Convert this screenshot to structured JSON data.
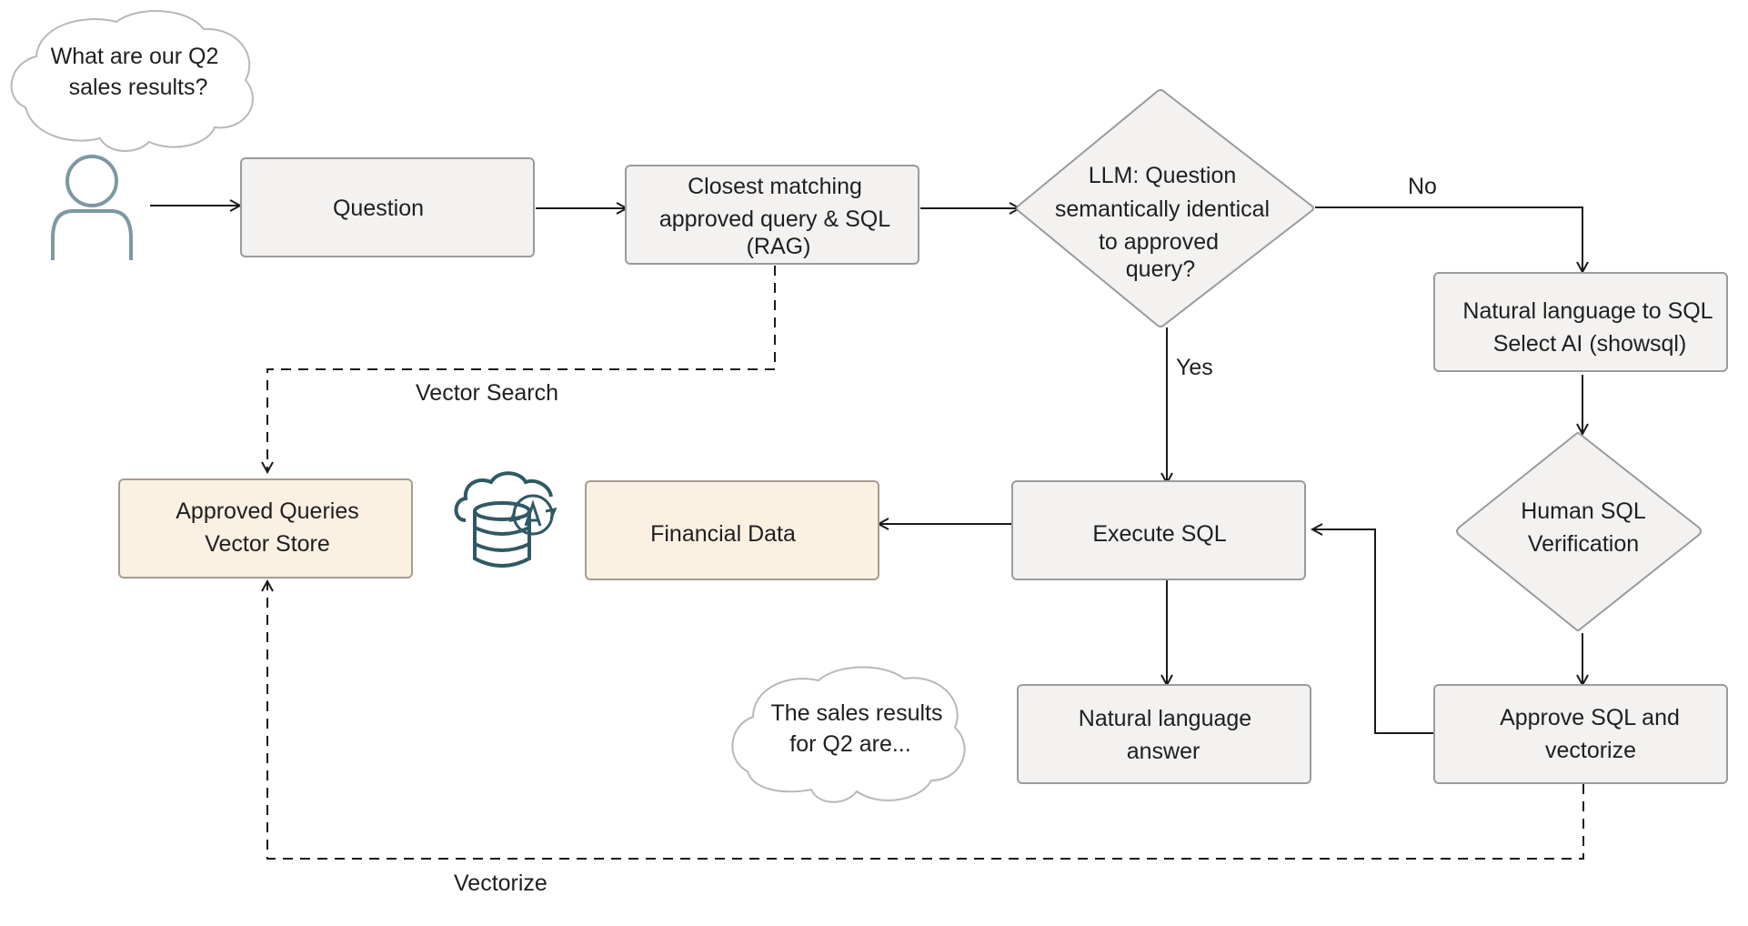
{
  "nodes": {
    "user_bubble": [
      "What are our Q2",
      "sales results?"
    ],
    "question": [
      "Question"
    ],
    "closest_match": [
      "Closest matching",
      "approved query & SQL",
      "(RAG)"
    ],
    "llm_decision": [
      "LLM: Question",
      "semantically identical",
      "to approved",
      "query?"
    ],
    "nl_to_sql": [
      "Natural language to SQL",
      "Select AI (showsql)"
    ],
    "approved_store": [
      "Approved Queries",
      "Vector Store"
    ],
    "financial_data": [
      "Financial Data"
    ],
    "execute_sql": [
      "Execute SQL"
    ],
    "human_verification": [
      "Human SQL",
      "Verification"
    ],
    "nl_answer": [
      "Natural language",
      "answer"
    ],
    "approve_vectorize": [
      "Approve SQL and",
      "vectorize"
    ],
    "answer_bubble": [
      "The sales results",
      "for Q2 are..."
    ]
  },
  "edge_labels": {
    "no": "No",
    "yes": "Yes",
    "vector_search": "Vector Search",
    "vectorize": "Vectorize"
  },
  "icons": {
    "user": "user-icon",
    "database": "autonomous-database-icon"
  },
  "colors": {
    "box_gray": "#f3f2f0",
    "box_cream": "#fbf1e3",
    "icon_teal": "#2f5963",
    "user_icon": "#7d98a4"
  }
}
